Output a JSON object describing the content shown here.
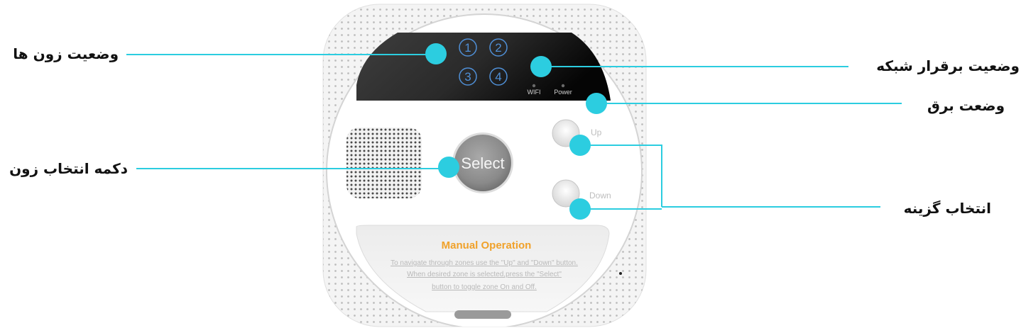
{
  "device": {
    "zone_numbers": [
      "1",
      "2",
      "3",
      "4"
    ],
    "wifi_label": "WIFI",
    "power_label": "Power",
    "select_label": "Select",
    "up_label": "Up",
    "down_label": "Down",
    "manual_title": "Manual Operation",
    "manual_lines": [
      "To navigate through zones use the \"Up\" and \"Down\" button.",
      "When desired zone is  selected,press the \"Select\"",
      "button to toggle zone On and Off."
    ]
  },
  "callouts": {
    "zone_status": "وضعیت زون ها",
    "network_status": "وضعیت برقرار شبکه",
    "power_status": "وضعت برق",
    "zone_select": "دکمه انتخاب زون",
    "option_select": "انتخاب گزینه"
  },
  "colors": {
    "accent": "#2ccde0",
    "manual_title": "#f0a12a",
    "zone_number": "#4f8fd6"
  }
}
